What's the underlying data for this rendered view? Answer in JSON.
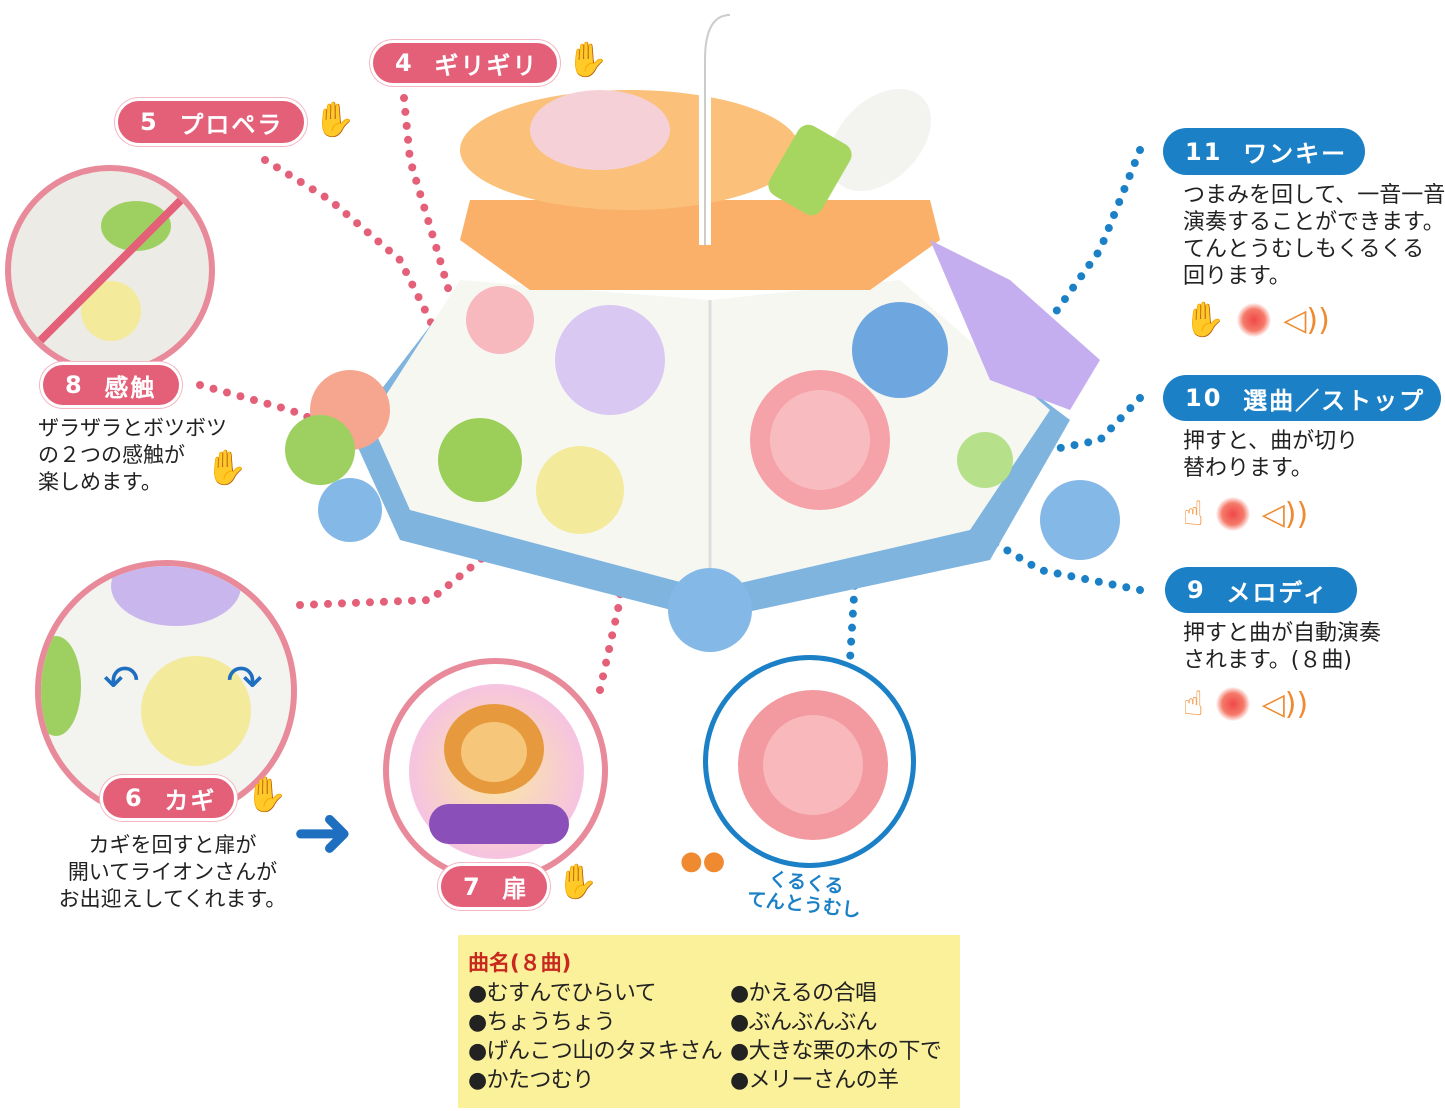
{
  "labels": {
    "l4": {
      "num": "4",
      "name": "ギリギリ"
    },
    "l5": {
      "num": "5",
      "name": "プロペラ"
    },
    "l8": {
      "num": "8",
      "name": "感触",
      "desc": [
        "ザラザラとボツボツ",
        "の２つの感触が",
        "楽しめます。"
      ]
    },
    "l6": {
      "num": "6",
      "name": "カギ",
      "desc": [
        "カギを回すと扉が",
        "開いてライオンさんが",
        "お出迎えしてくれます。"
      ]
    },
    "l7": {
      "num": "7",
      "name": "扉"
    },
    "l11": {
      "num": "11",
      "name": "ワンキー",
      "desc": [
        "つまみを回して、一音一音",
        "演奏することができます。",
        "てんとうむしもくるくる",
        "回ります。"
      ]
    },
    "l10": {
      "num": "10",
      "name": "選曲／ストップ",
      "desc": [
        "押すと、曲が切り",
        "替わります。"
      ]
    },
    "l9": {
      "num": "9",
      "name": "メロディ",
      "desc": [
        "押すと曲が自動演奏",
        "されます。(８曲)"
      ]
    }
  },
  "ladybug": {
    "line1": "くるくる",
    "line2": "てんとうむし"
  },
  "songs": {
    "title": "曲名(８曲)",
    "items": [
      "むすんでひらいて",
      "かえるの合唱",
      "ちょうちょう",
      "ぶんぶんぶん",
      "げんこつ山のタヌキさん",
      "大きな栗の木の下で",
      "かたつむり",
      "メリーさんの羊"
    ]
  },
  "icons": {
    "hand": "hand-icon",
    "light": "light-icon",
    "sound": "speaker-icon"
  },
  "colors": {
    "pink": "#e46079",
    "blue": "#1b80c6",
    "orange": "#f08a30",
    "yellow": "#fbf19a"
  }
}
